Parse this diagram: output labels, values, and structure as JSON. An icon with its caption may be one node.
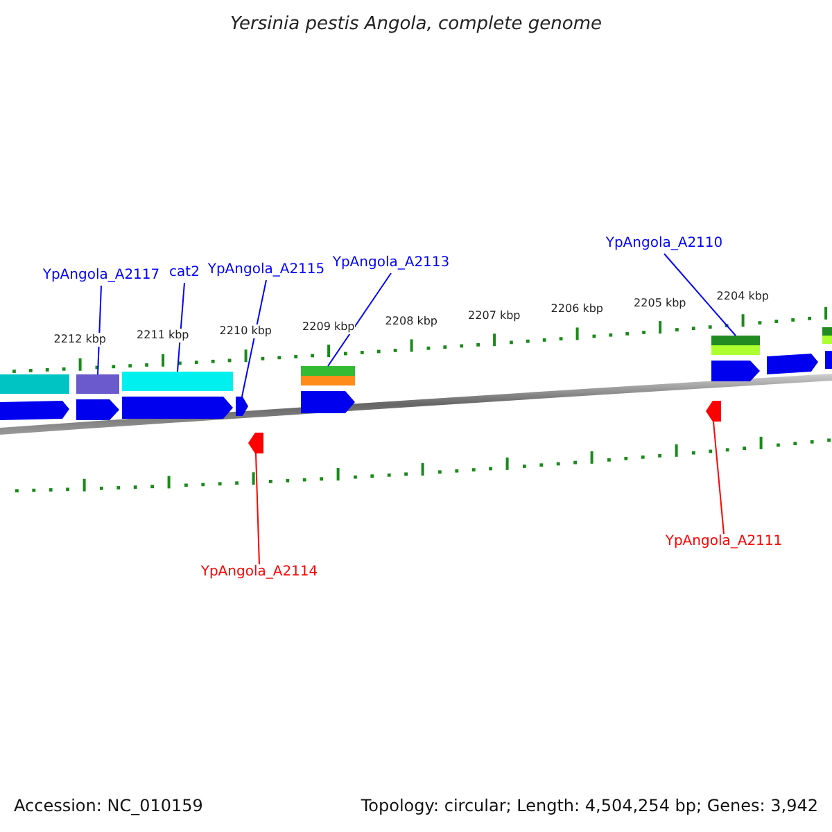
{
  "diagram": {
    "title": "Yersinia pestis Angola, complete genome",
    "nodes": [
      {
        "text": [
          "YpAngola_A2117"
        ]
      },
      {
        "text": [],
        "shape": "arrow"
      },
      {
        "text": [
          "cat2"
        ]
      },
      {
        "text": [],
        "shape": "arrow"
      },
      {
        "text": [
          "YpAngola_A2115"
        ]
      },
      {
        "text": [],
        "shape": "arrow"
      },
      {
        "text": [
          "YpAngola_A2113"
        ]
      },
      {
        "text": [],
        "shape": "arrow"
      },
      {
        "text": [
          "YpAngola_A2110"
        ]
      },
      {
        "text": [],
        "shape": "arrow"
      },
      {
        "text": [],
        "shape": "arrow"
      },
      {
        "text": [
          "YpAngola_A2114"
        ]
      },
      {
        "text": [],
        "shape": "arrow"
      },
      {
        "text": [
          "YpAngola_A2111"
        ]
      }
    ],
    "edges": [
      {
        "from": 0,
        "to": 1,
        "arrow": "none"
      },
      {
        "from": 2,
        "to": 3,
        "arrow": "none"
      },
      {
        "from": 4,
        "to": 5,
        "arrow": "none"
      },
      {
        "from": 6,
        "to": 7,
        "arrow": "none"
      },
      {
        "from": 8,
        "to": 9,
        "arrow": "none"
      },
      {
        "from": 11,
        "to": 10,
        "arrow": "none",
        "color": "#ff0000"
      },
      {
        "from": 13,
        "to": 12,
        "arrow": "none",
        "color": "#ff0000"
      }
    ],
    "labels": [
      "2212 kbp",
      "2211 kbp",
      "2210 kbp",
      "2209 kbp",
      "2208 kbp",
      "2207 kbp",
      "2206 kbp",
      "2205 kbp",
      "2204 kbp",
      "Accession: NC_010159",
      "Topology: circular; Length: 4,504,254 bp; Genes: 3,942"
    ]
  }
}
